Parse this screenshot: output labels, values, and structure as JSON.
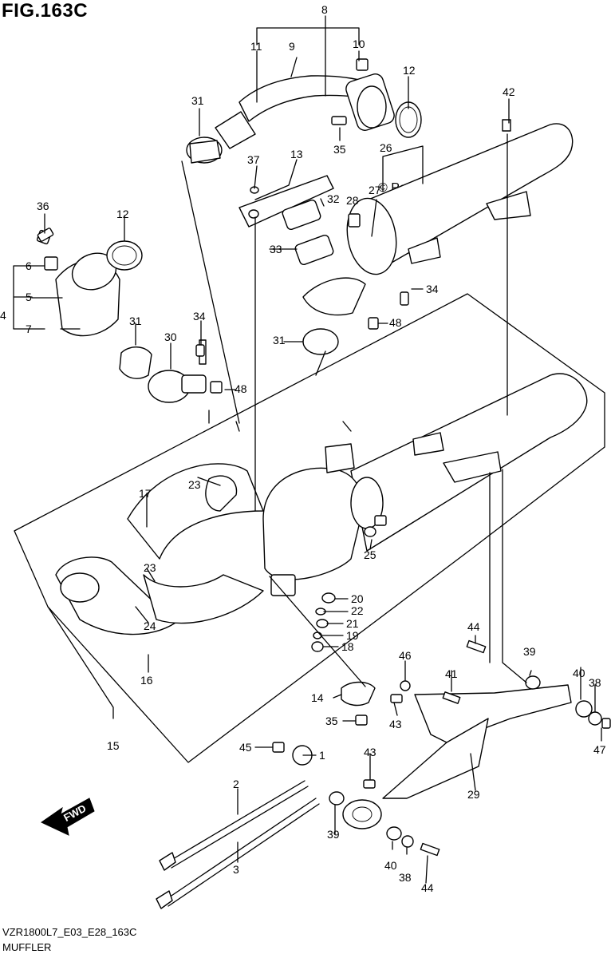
{
  "figure": {
    "title": "FIG.163C",
    "model_code": "VZR1800L7_E03_E28_163C",
    "section_name": "MUFFLER",
    "watermark": "© Partzilla.com",
    "fwd_label": "FWD"
  },
  "callouts": [
    "8",
    "9",
    "10",
    "11",
    "12",
    "31",
    "42",
    "35",
    "26",
    "13",
    "37",
    "28",
    "27",
    "32",
    "36",
    "12",
    "33",
    "6",
    "5",
    "4",
    "7",
    "34",
    "48",
    "31",
    "30",
    "34",
    "31",
    "48",
    "17",
    "23",
    "23",
    "24",
    "16",
    "25",
    "20",
    "22",
    "21",
    "19",
    "18",
    "44",
    "46",
    "41",
    "39",
    "40",
    "38",
    "14",
    "43",
    "35",
    "47",
    "15",
    "45",
    "1",
    "43",
    "29",
    "2",
    "39",
    "40",
    "38",
    "44",
    "3"
  ]
}
